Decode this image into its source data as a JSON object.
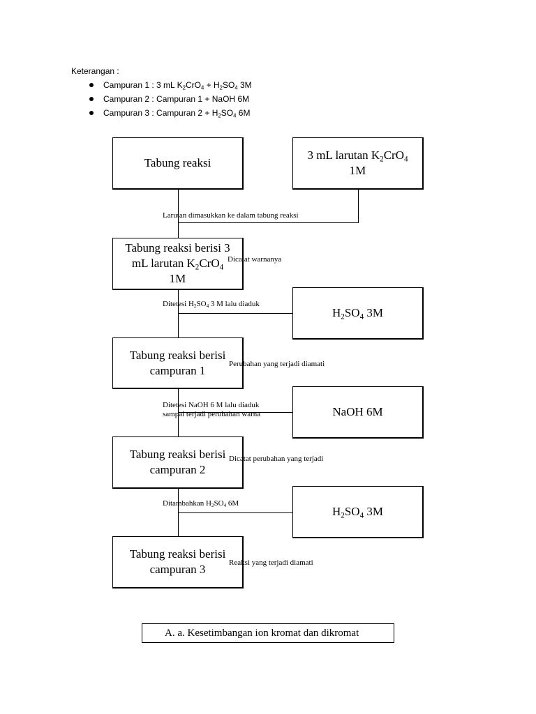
{
  "legend": {
    "title": "Keterangan :",
    "items": [
      {
        "pre": "Campuran 1 : 3 mL K",
        "s1": "2",
        "m1": "CrO",
        "s2": "4",
        "m2": " + H",
        "s3": "2",
        "m3": "SO",
        "s4": "4",
        "post": " 3M"
      },
      {
        "text": "Campuran 2 : Campuran 1 + NaOH 6M"
      },
      {
        "pre": "Campuran 3 : Campuran 2 + H",
        "s1": "2",
        "m1": "SO",
        "s2": "4",
        "post": "  6M"
      }
    ]
  },
  "flow": {
    "box1": "Tabung reaksi",
    "box2": {
      "line1": "Tabung reaksi berisi 3",
      "pre": "mL larutan K",
      "s1": "2",
      "mid": "CrO",
      "s2": "4",
      "line3": "1M"
    },
    "box3": {
      "line1": "Tabung reaksi berisi",
      "line2": "campuran 1"
    },
    "box4": {
      "line1": "Tabung reaksi berisi",
      "line2": "campuran 2"
    },
    "box5": {
      "line1": "Tabung reaksi berisi",
      "line2": "campuran 3"
    }
  },
  "reagents": {
    "r1": {
      "pre": "3 mL larutan K",
      "s1": "2",
      "mid": "CrO",
      "s2": "4",
      "line2": "1M"
    },
    "r2": {
      "pre": "H",
      "s1": "2",
      "mid": "SO",
      "s2": "4",
      "post": " 3M"
    },
    "r3": {
      "text": "NaOH 6M"
    },
    "r4": {
      "pre": "H",
      "s1": "2",
      "mid": "SO",
      "s2": "4",
      "post": " 3M"
    }
  },
  "notes": {
    "n1": "Larutan dimasukkan ke dalam tabung reaksi",
    "n2": "Dicatat warnanya",
    "n3": {
      "pre": "Ditetesi H",
      "s1": "2",
      "mid": "SO",
      "s2": "4",
      "post": " 3 M lalu diaduk"
    },
    "n4": "Perubahan yang terjadi diamati",
    "n5": {
      "line1": "Ditetesi NaOH 6 M lalu diaduk",
      "line2": "sampai terjadi perubahan warna"
    },
    "n6": "Dicatat perubahan yang terjadi",
    "n7": {
      "pre": "Ditambahkan H",
      "s1": "2",
      "mid": "SO",
      "s2": "4",
      "post": " 6M"
    },
    "n8": "Reaksi yang terjadi diamati"
  },
  "caption": "A.  a. Kesetimbangan ion kromat dan dikromat"
}
